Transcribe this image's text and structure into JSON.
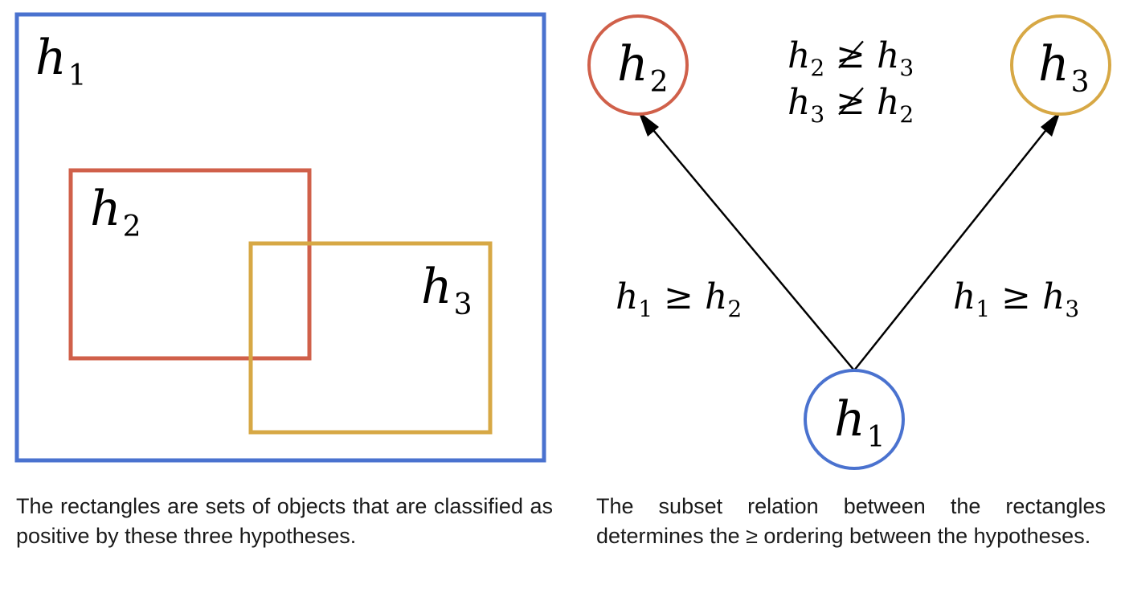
{
  "colors": {
    "h1": "#4a72cf",
    "h2": "#d0604a",
    "h3": "#d7a845",
    "arrow": "#000000"
  },
  "rectangles": [
    {
      "id": "h1",
      "label_main": "h",
      "label_sub": "1"
    },
    {
      "id": "h2",
      "label_main": "h",
      "label_sub": "2"
    },
    {
      "id": "h3",
      "label_main": "h",
      "label_sub": "3"
    }
  ],
  "nodes": [
    {
      "id": "h1",
      "label_main": "h",
      "label_sub": "1"
    },
    {
      "id": "h2",
      "label_main": "h",
      "label_sub": "2"
    },
    {
      "id": "h3",
      "label_main": "h",
      "label_sub": "3"
    }
  ],
  "edges": [
    {
      "from": "h1",
      "to": "h2",
      "label": {
        "a": "h",
        "a_sub": "1",
        "op": "≥",
        "b": "h",
        "b_sub": "2"
      }
    },
    {
      "from": "h1",
      "to": "h3",
      "label": {
        "a": "h",
        "a_sub": "1",
        "op": "≥",
        "b": "h",
        "b_sub": "3"
      }
    }
  ],
  "relations": [
    {
      "a": "h",
      "a_sub": "2",
      "op": "≱",
      "b": "h",
      "b_sub": "3"
    },
    {
      "a": "h",
      "a_sub": "3",
      "op": "≱",
      "b": "h",
      "b_sub": "2"
    }
  ],
  "captions": {
    "left": "The rectangles are sets of objects that are classified as positive by these three hypotheses.",
    "right": "The subset relation between the rectangles determines the ≥ ordering between the hypotheses."
  }
}
